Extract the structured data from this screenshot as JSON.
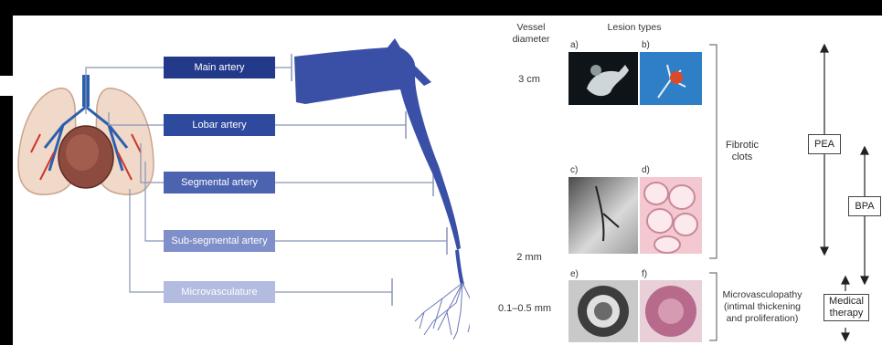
{
  "header": {
    "vessel_diameter": "Vessel\ndiameter",
    "lesion_types": "Lesion types"
  },
  "arteries": [
    {
      "label": "Main artery",
      "color": "#233a8b"
    },
    {
      "label": "Lobar artery",
      "color": "#2e4a9e"
    },
    {
      "label": "Segmental artery",
      "color": "#4c63b0"
    },
    {
      "label": "Sub-segmental artery",
      "color": "#7f8fc9"
    },
    {
      "label": "Microvasculature",
      "color": "#b3bbe0"
    }
  ],
  "diameters": {
    "d1": "3 cm",
    "d2": "2 mm",
    "d3": "0.1–0.5 mm"
  },
  "panels": [
    "a)",
    "b)",
    "c)",
    "d)",
    "e)",
    "f)"
  ],
  "fibrotic": "Fibrotic\nclots",
  "micro": "Microvasculopathy\n(intimal thickening\nand proliferation)",
  "treatments": {
    "pea": "PEA",
    "bpa": "BPA",
    "medical": "Medical\ntherapy"
  },
  "colors": {
    "vessel": "#3a4fa6",
    "connector": "#8a94b8"
  }
}
